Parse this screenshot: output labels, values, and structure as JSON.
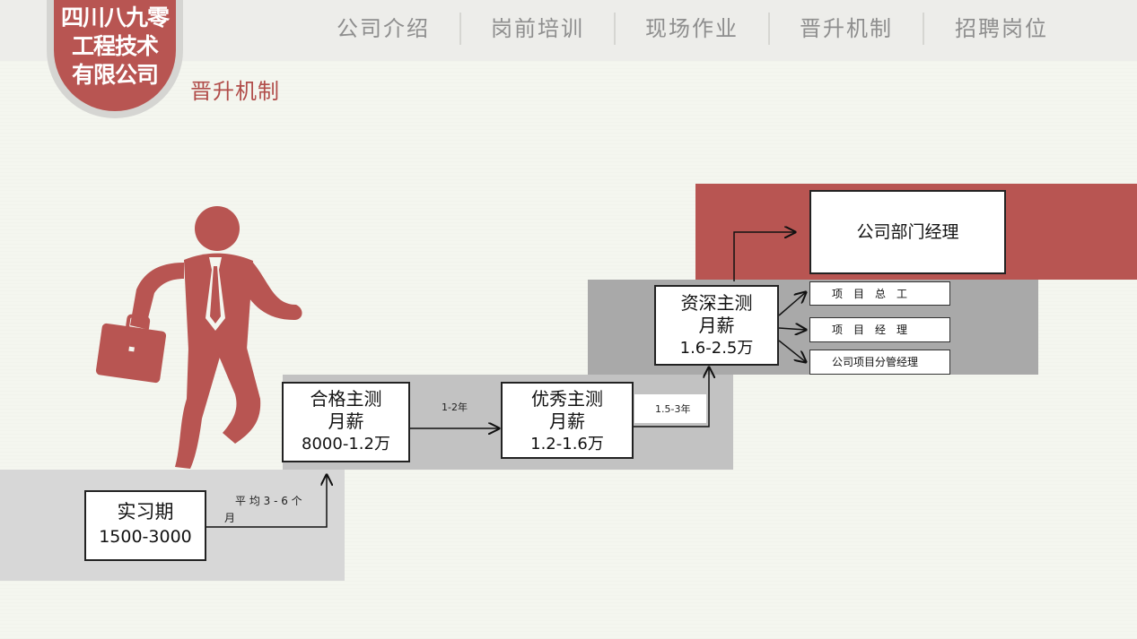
{
  "company": {
    "name_lines": [
      "四川八九零",
      "工程技术",
      "有限公司"
    ]
  },
  "nav": {
    "items": [
      {
        "id": "about",
        "label": "公司介绍"
      },
      {
        "id": "training",
        "label": "岗前培训"
      },
      {
        "id": "fieldwork",
        "label": "现场作业"
      },
      {
        "id": "promotion",
        "label": "晋升机制"
      },
      {
        "id": "recruit",
        "label": "招聘岗位"
      }
    ]
  },
  "page": {
    "subtitle": "晋升机制"
  },
  "ladder": {
    "intern": {
      "title": "实习期",
      "salary": "1500-3000"
    },
    "step1_label": {
      "line1": "平 均 3 - 6 个",
      "line2": "月"
    },
    "qualified": {
      "title": "合格主测",
      "salary_label": "月薪",
      "salary": "8000-1.2万"
    },
    "step2_label": "1-2年",
    "excellent": {
      "title": "优秀主测",
      "salary_label": "月薪",
      "salary": "1.2-1.6万"
    },
    "step3_label": "1.5-3年",
    "senior": {
      "title": "资深主测",
      "salary_label": "月薪",
      "salary": "1.6-2.5万"
    },
    "manager": {
      "title": "公司部门经理"
    },
    "branches": [
      {
        "label": "项　目　总　工"
      },
      {
        "label": "项　目　经　理"
      },
      {
        "label": "公司项目分管经理"
      }
    ]
  },
  "colors": {
    "accent": "#b85552",
    "band_light": "#d7d7d7",
    "band_mid": "#c2c2c2",
    "band_dark": "#a9a9a9"
  }
}
